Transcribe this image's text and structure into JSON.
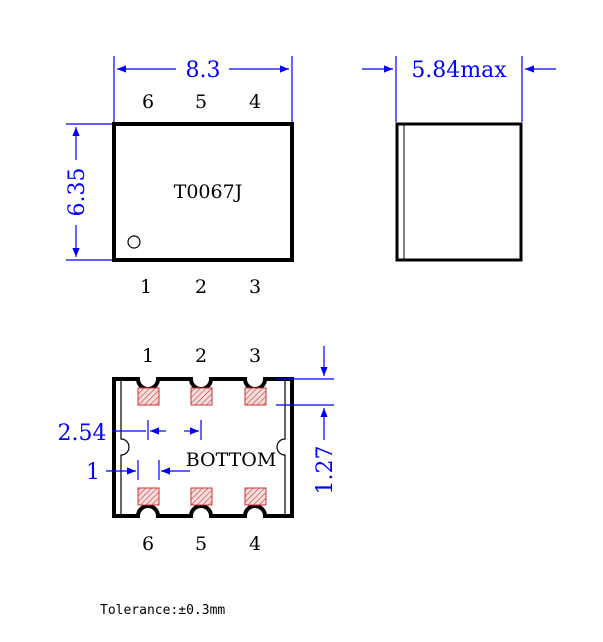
{
  "colors": {
    "dimension": "#0000ff",
    "outline": "#000000",
    "pad_hatch": "#cc3333"
  },
  "top_view": {
    "width_dim": "8.3",
    "height_dim": "6.35",
    "marking": "T0067J",
    "pins_top": [
      "6",
      "5",
      "4"
    ],
    "pins_bottom": [
      "1",
      "2",
      "3"
    ]
  },
  "side_view": {
    "height_dim": "5.84max"
  },
  "bottom_view": {
    "label": "BOTTOM",
    "pins_top": [
      "1",
      "2",
      "3"
    ],
    "pins_bottom": [
      "6",
      "5",
      "4"
    ],
    "pitch_dim": "2.54",
    "pad_dim": "1",
    "pad_height_dim": "1.27"
  },
  "tolerance": "Tolerance:±0.3mm"
}
